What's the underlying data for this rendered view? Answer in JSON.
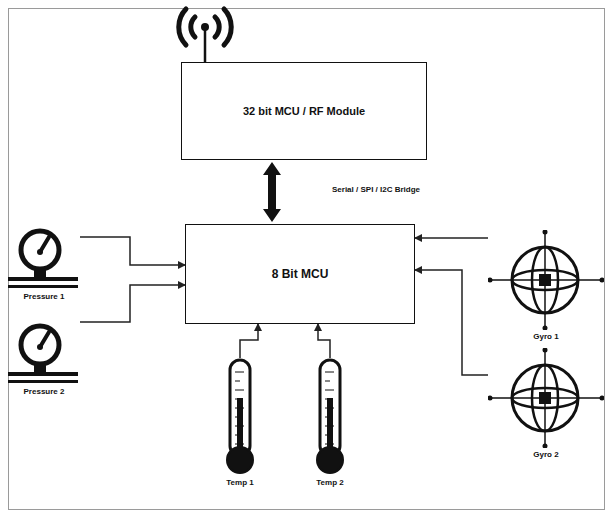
{
  "diagram": {
    "nodes": [
      {
        "text": [
          "32 bit MCU / RF Module"
        ]
      },
      {
        "text": [
          "8 Bit MCU"
        ]
      },
      {
        "text": [
          "Pressure 1"
        ]
      },
      {
        "text": [
          "Pressure 2"
        ]
      },
      {
        "text": [
          "Temp 1"
        ]
      },
      {
        "text": [
          "Temp 2"
        ]
      },
      {
        "text": [
          "Gyro 1"
        ]
      },
      {
        "text": [
          "Gyro 2"
        ]
      }
    ],
    "edges": [
      {
        "from": 0,
        "to": 1,
        "label": "Serial / SPI / I2C Bridge",
        "arrow": "both"
      },
      {
        "from": 2,
        "to": 1,
        "arrow": "to"
      },
      {
        "from": 3,
        "to": 1,
        "arrow": "to"
      },
      {
        "from": 4,
        "to": 1,
        "arrow": "to"
      },
      {
        "from": 5,
        "to": 1,
        "arrow": "to"
      },
      {
        "from": 6,
        "to": 1,
        "arrow": "to"
      },
      {
        "from": 7,
        "to": 1,
        "arrow": "to"
      }
    ]
  }
}
